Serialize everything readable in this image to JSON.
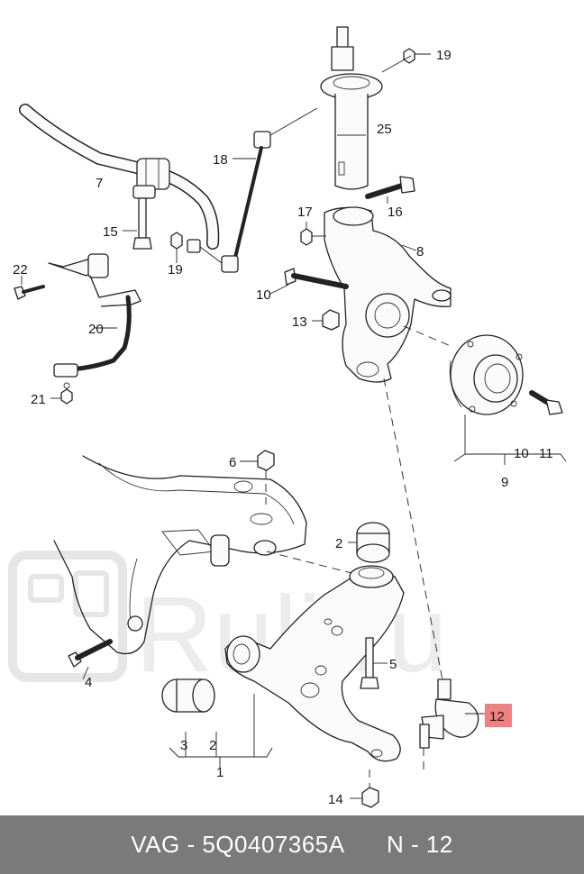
{
  "watermark": {
    "text": "Ruli.ru"
  },
  "callouts": {
    "c1": "1",
    "c2a": "2",
    "c2b": "2",
    "c3": "3",
    "c4": "4",
    "c5": "5",
    "c6": "6",
    "c7": "7",
    "c8": "8",
    "c9": "9",
    "c10a": "10",
    "c10b": "10",
    "c11": "11",
    "c12": "12",
    "c13": "13",
    "c14": "14",
    "c15": "15",
    "c16": "16",
    "c17": "17",
    "c18": "18",
    "c19a": "19",
    "c19b": "19",
    "c20": "20",
    "c21": "21",
    "c22": "22",
    "c25": "25"
  },
  "highlight": {
    "part": "12",
    "color": "#f08080"
  },
  "footer": {
    "brand": "VAG",
    "separator": " - ",
    "part_number": "5Q0407365A",
    "position_label": "N - 12"
  },
  "colors": {
    "footer_bg": "#7a7a7a",
    "footer_text": "#ffffff",
    "line": "#222222"
  }
}
